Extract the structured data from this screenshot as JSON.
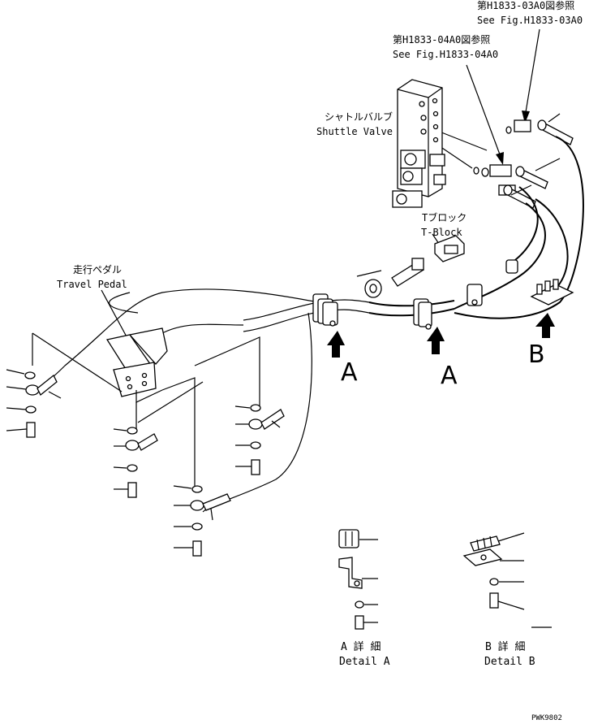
{
  "labels": {
    "ref_03a0_jp": "第H1833-03A0図参照",
    "ref_03a0_en": "See Fig.H1833-03A0",
    "ref_04a0_jp": "第H1833-04A0図参照",
    "ref_04a0_en": "See Fig.H1833-04A0",
    "shuttle_jp": "シャトルバルブ",
    "shuttle_en": "Shuttle Valve",
    "tblock_jp": "Tブロック",
    "tblock_en": "T-Block",
    "pedal_jp": "走行ペダル",
    "pedal_en": "Travel Pedal",
    "view_a": "A",
    "view_b": "B",
    "detail_a_jp": "A 詳 細",
    "detail_a_en": "Detail A",
    "detail_b_jp": "B 詳 細",
    "detail_b_en": "Detail B",
    "drawing_no": "PWK9802"
  }
}
